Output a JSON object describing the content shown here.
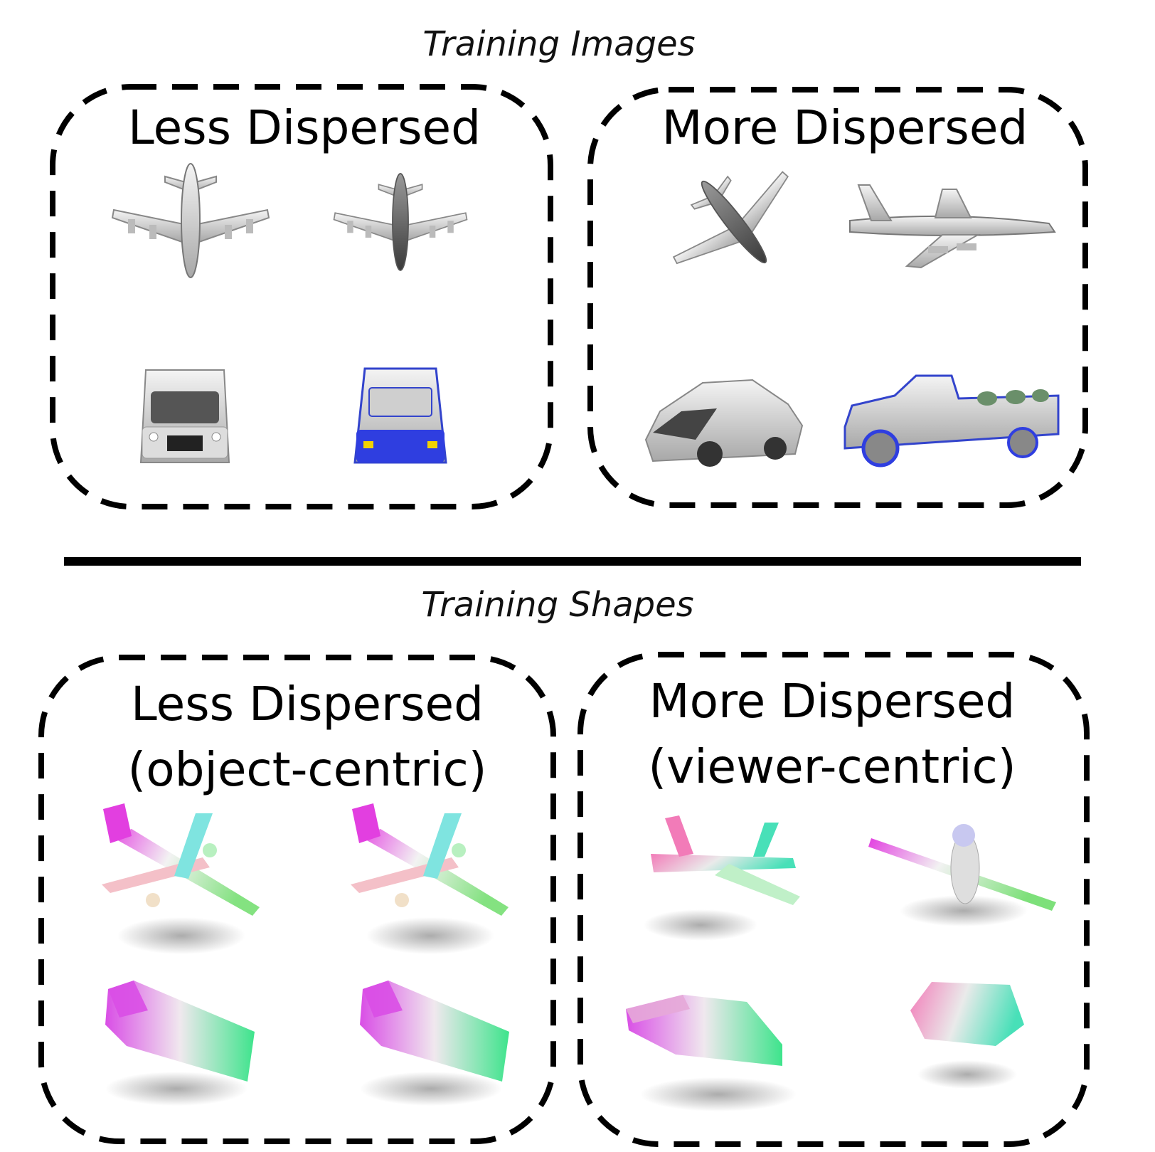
{
  "top": {
    "title": "Training Images",
    "left_panel": {
      "label": "Less Dispersed"
    },
    "right_panel": {
      "label": "More Dispersed"
    }
  },
  "bottom": {
    "title": "Training Shapes",
    "left_panel": {
      "label_line1": "Less Dispersed",
      "label_line2": "(object-centric)"
    },
    "right_panel": {
      "label_line1": "More Dispersed",
      "label_line2": "(viewer-centric)"
    }
  }
}
